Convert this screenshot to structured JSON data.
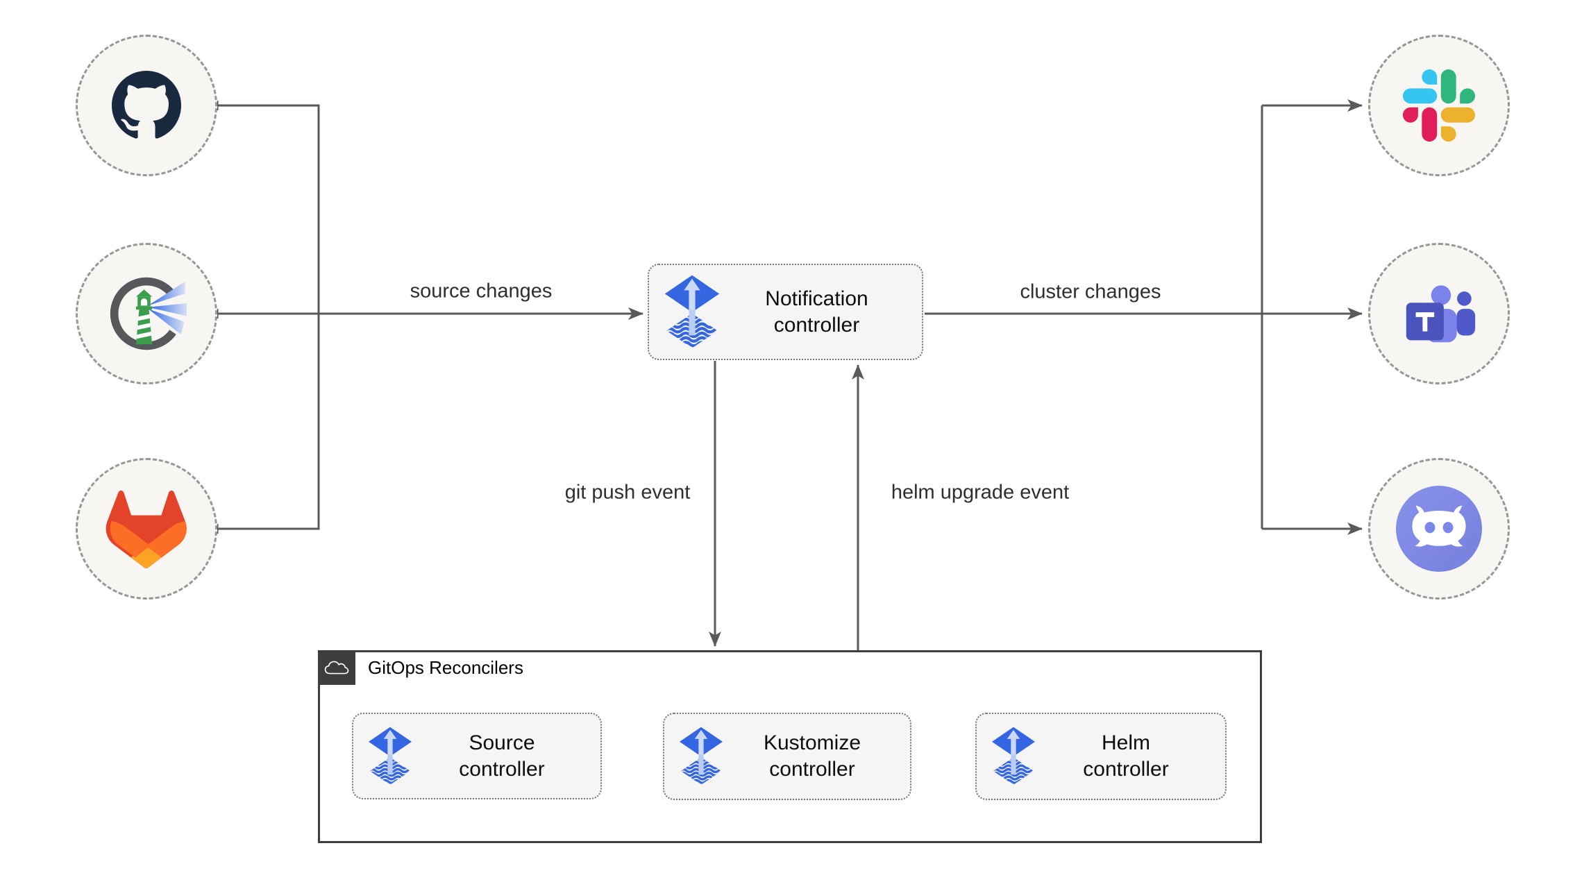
{
  "diagram": {
    "nodes": {
      "notification_controller": "Notification controller",
      "source_controller": "Source controller",
      "kustomize_controller": "Kustomize controller",
      "helm_controller": "Helm controller"
    },
    "group": {
      "label": "GitOps Reconcilers",
      "icon": "cloud-icon"
    },
    "edge_labels": {
      "source_changes": "source changes",
      "cluster_changes": "cluster changes",
      "git_push_event": "git push event",
      "helm_upgrade_event": "helm upgrade event"
    },
    "sources": [
      {
        "icon": "github-icon"
      },
      {
        "icon": "harbor-icon"
      },
      {
        "icon": "gitlab-icon"
      }
    ],
    "targets": [
      {
        "icon": "slack-icon"
      },
      {
        "icon": "teams-icon"
      },
      {
        "icon": "discord-icon"
      }
    ],
    "colors": {
      "wire": "#595959",
      "box_fill": "#f5f5f5",
      "box_border": "#757575",
      "group_border": "#3d3d3d",
      "circle_fill": "#f7f6f3",
      "circle_border": "#969696",
      "flux_blue": "#3366e0",
      "flux_arrow_light": "#ccd9f6",
      "github_navy": "#182940",
      "harbor_green": "#3c9e4d",
      "gitlab_red": "#e24329",
      "gitlab_orange": "#fc6d26",
      "gitlab_yellow": "#fca326",
      "slack_blue": "#36C5F0",
      "slack_green": "#2EB67D",
      "slack_yellow": "#ECB22E",
      "slack_red": "#E01E5A",
      "teams_indigo": "#4b53bc",
      "teams_light": "#7b83eb",
      "teams_mid": "#5059c9",
      "discord_blurple": "#7d87e8",
      "text": "#2e2e2e"
    }
  }
}
